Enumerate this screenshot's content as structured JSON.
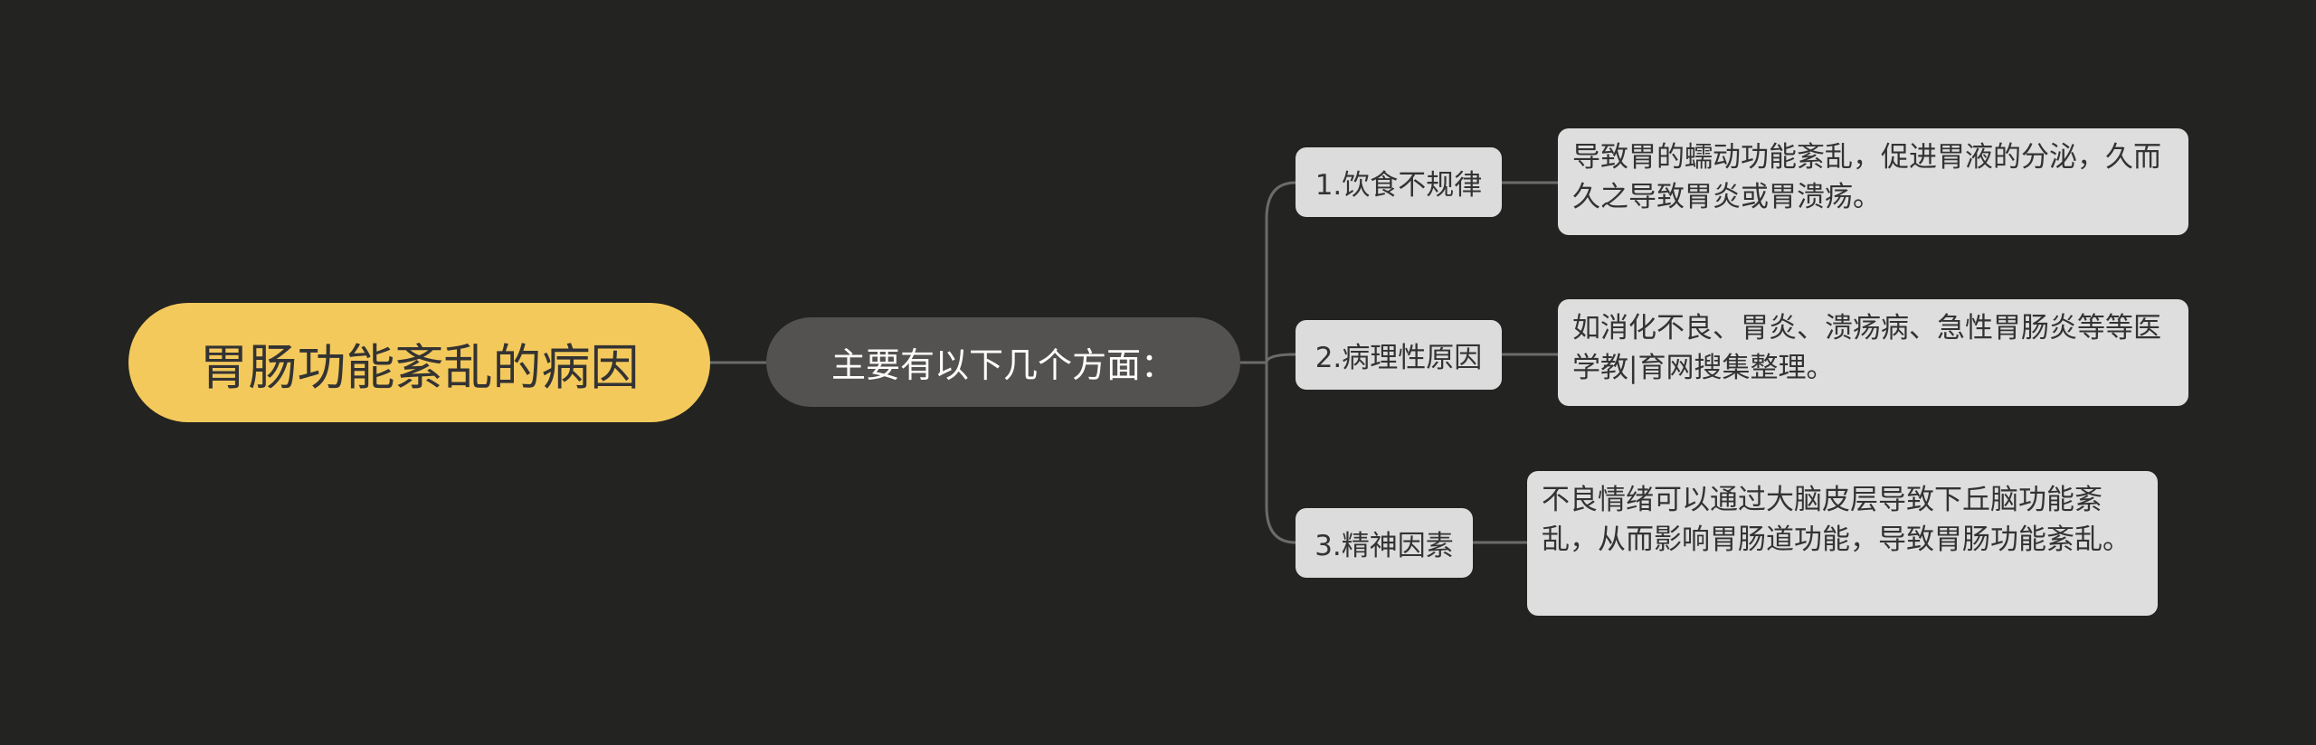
{
  "mindmap": {
    "root": {
      "label": "胃肠功能紊乱的病因"
    },
    "hub": {
      "label": "主要有以下几个方面："
    },
    "branches": [
      {
        "label": "1.饮食不规律",
        "detail": "导致胃的蠕动功能紊乱，促进胃液的分泌，久而久之导致胃炎或胃溃疡。"
      },
      {
        "label": "2.病理性原因",
        "detail": "如消化不良、胃炎、溃疡病、急性胃肠炎等等医学教|育网搜集整理。"
      },
      {
        "label": "3.精神因素",
        "detail": "不良情绪可以通过大脑皮层导致下丘脑功能紊乱，从而影响胃肠道功能，导致胃肠功能紊乱。"
      }
    ]
  },
  "colors": {
    "background": "#232321",
    "root_fill": "#f4c95c",
    "hub_fill": "#545250",
    "node_fill": "#dcdcdc",
    "connector": "#6b6b6b"
  }
}
